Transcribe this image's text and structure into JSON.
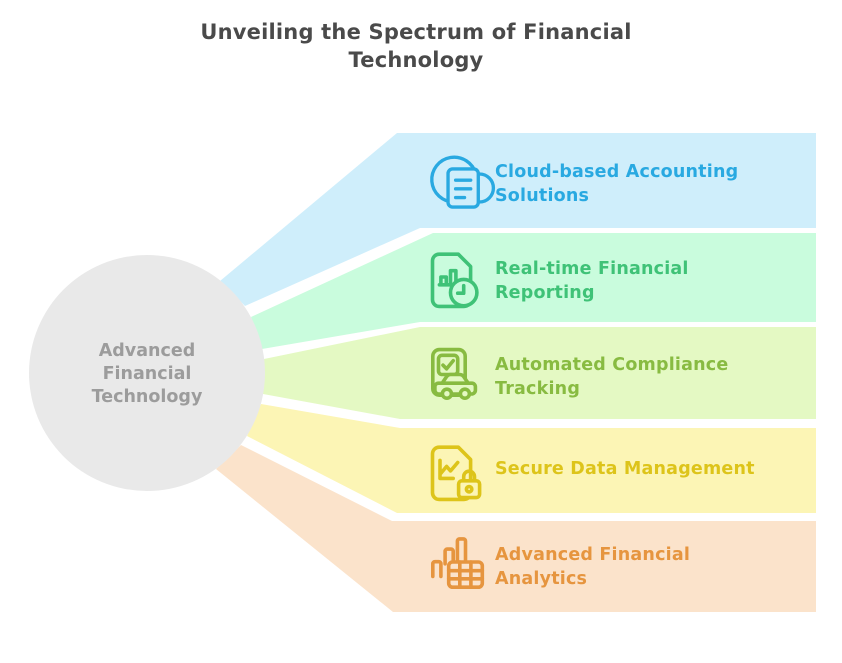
{
  "title": {
    "text": "Unveiling the Spectrum of Financial Technology",
    "lines": [
      "Unveiling the Spectrum of Financial",
      "Technology"
    ],
    "color": "#4a4a4a"
  },
  "center_node": {
    "label": "Advanced Financial Technology",
    "lines": [
      "Advanced",
      "Financial",
      "Technology"
    ],
    "bg": "#e9e9e9",
    "text_color": "#9c9c9c"
  },
  "bands": [
    {
      "label": "Cloud-based Accounting Solutions",
      "label_lines": [
        "Cloud-based Accounting",
        "Solutions"
      ],
      "icon": "cloud-document-icon",
      "bg": "#cfeefb",
      "accent": "#29a9e1"
    },
    {
      "label": "Real-time Financial Reporting",
      "label_lines": [
        "Real-time Financial",
        "Reporting"
      ],
      "icon": "document-chart-clock-icon",
      "bg": "#c9fcdd",
      "accent": "#3fc277"
    },
    {
      "label": "Automated Compliance Tracking",
      "label_lines": [
        "Automated Compliance",
        "Tracking"
      ],
      "icon": "checklist-card-car-icon",
      "bg": "#e4f9c3",
      "accent": "#88bb41"
    },
    {
      "label": "Secure Data Management",
      "label_lines": [
        "Secure Data Management"
      ],
      "icon": "document-chart-lock-icon",
      "bg": "#fcf5b5",
      "accent": "#ddc41a"
    },
    {
      "label": "Advanced Financial Analytics",
      "label_lines": [
        "Advanced Financial",
        "Analytics"
      ],
      "icon": "bar-chart-table-icon",
      "bg": "#fbe3cb",
      "accent": "#e6953f"
    }
  ]
}
